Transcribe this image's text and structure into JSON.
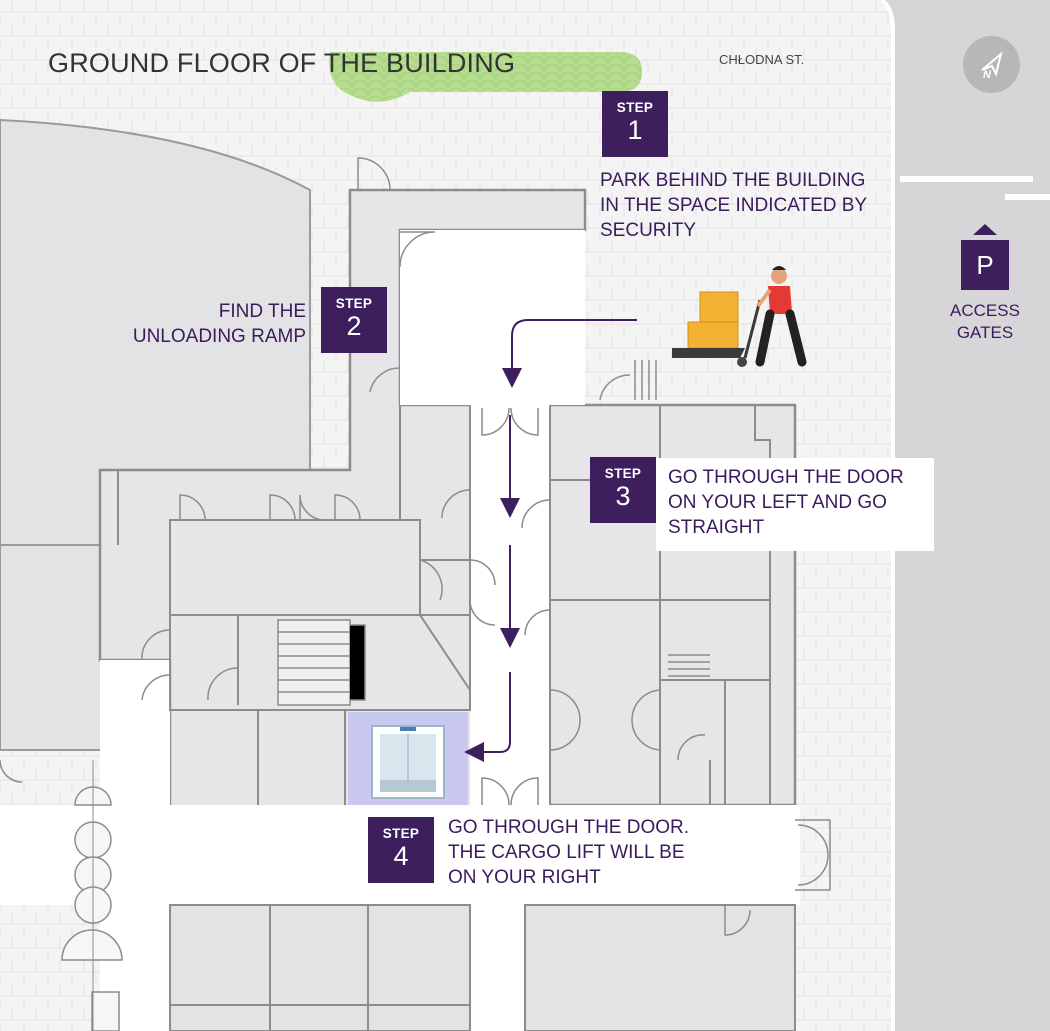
{
  "title": "GROUND FLOOR OF THE BUILDING",
  "street_label": "CHŁODNA ST.",
  "compass": {
    "letter": "N"
  },
  "parking": {
    "letter": "P",
    "label_line1": "ACCESS",
    "label_line2": "GATES"
  },
  "steps": [
    {
      "label": "STEP",
      "number": "1",
      "lines": [
        "PARK BEHIND THE BUILDING",
        "IN THE SPACE INDICATED BY",
        "SECURITY"
      ]
    },
    {
      "label": "STEP",
      "number": "2",
      "lines": [
        "FIND THE",
        "UNLOADING RAMP"
      ]
    },
    {
      "label": "STEP",
      "number": "3",
      "lines": [
        "GO THROUGH THE DOOR",
        "ON YOUR LEFT AND GO",
        "STRAIGHT"
      ]
    },
    {
      "label": "STEP",
      "number": "4",
      "lines": [
        "GO THROUGH THE DOOR.",
        "THE CARGO LIFT WILL BE",
        "ON YOUR RIGHT"
      ]
    }
  ],
  "colors": {
    "accent": "#3d1f5e",
    "green_area": "#b6dd8f",
    "lift_highlight": "#c9c8f3",
    "road": "#d6d6d8",
    "building": "#e3e3e5"
  },
  "icons": [
    "compass-icon",
    "parking-icon",
    "delivery-worker-icon",
    "cargo-lift-icon"
  ]
}
